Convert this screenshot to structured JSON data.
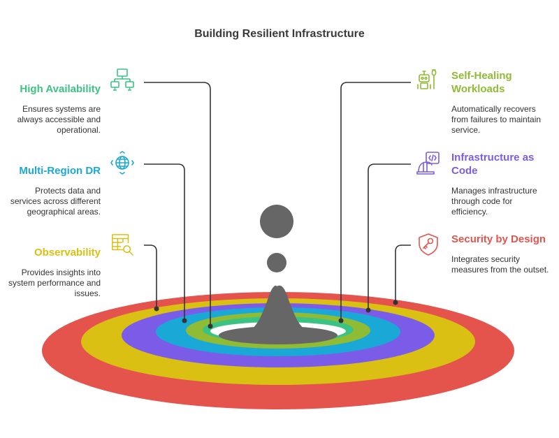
{
  "title": "Building Resilient Infrastructure",
  "colors": {
    "ring_red": "#e4544c",
    "ring_yellow": "#dbc014",
    "ring_purple": "#7b5ce8",
    "ring_blue": "#1aa9d6",
    "ring_green": "#8fbb35",
    "ring_teal": "#3cc384",
    "center": "#666666"
  },
  "items": [
    {
      "title": "High Availability",
      "title_color": "#3cc384",
      "desc": "Ensures systems are always accessible and operational.",
      "icon": "network-computers-icon"
    },
    {
      "title": "Multi-Region DR",
      "title_color": "#1aa9d6",
      "desc": "Protects data and services across different geographical areas.",
      "icon": "globe-arrows-icon"
    },
    {
      "title": "Observability",
      "title_color": "#dbc014",
      "desc": "Provides insights into system performance and issues.",
      "icon": "table-magnifier-icon"
    },
    {
      "title": "Self-Healing Workloads",
      "title_color": "#8fbb35",
      "desc": "Automatically recovers from failures to maintain service.",
      "icon": "robot-wrench-icon"
    },
    {
      "title": "Infrastructure as Code",
      "title_color": "#7b5ce8",
      "desc": "Manages infrastructure through code for efficiency.",
      "icon": "code-helmet-icon"
    },
    {
      "title": "Security by Design",
      "title_color": "#e4544c",
      "desc": "Integrates security measures from the outset.",
      "icon": "shield-key-icon"
    }
  ]
}
